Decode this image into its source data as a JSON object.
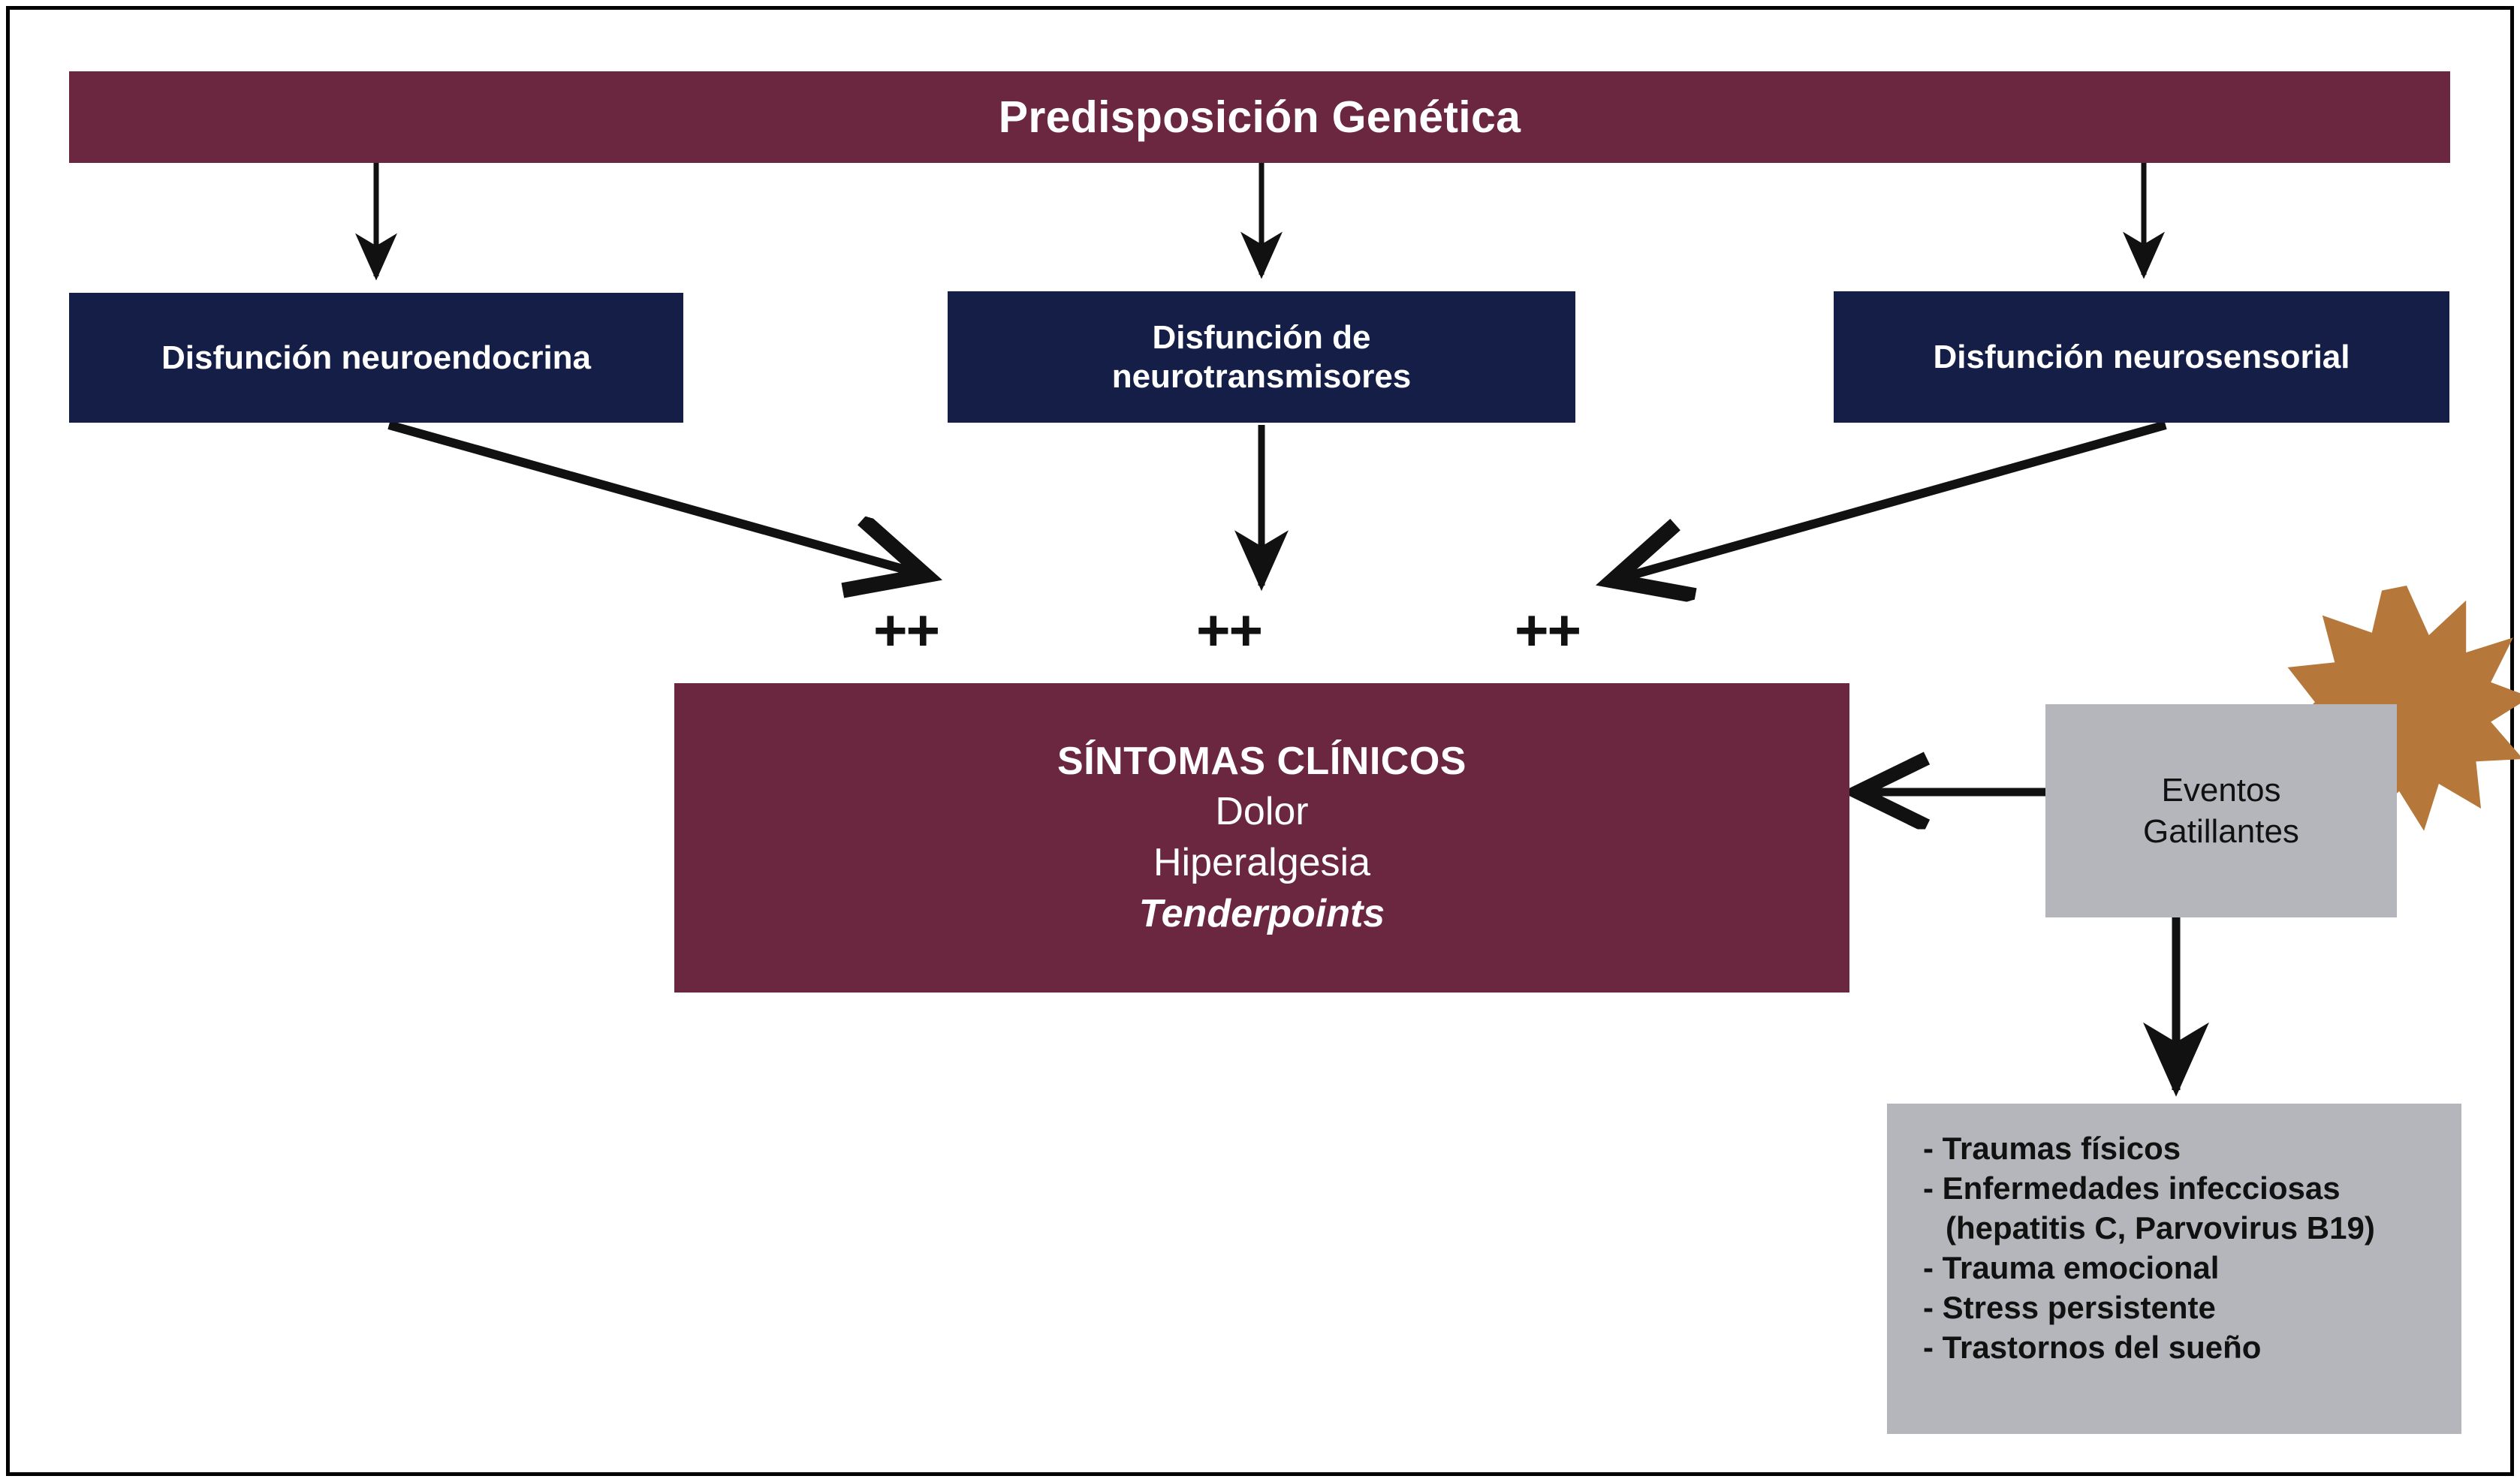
{
  "diagram": {
    "title": "Predisposición Genética",
    "colors": {
      "maroon": "#6B2740",
      "navy": "#141E46",
      "gray": "#B4B6BB",
      "orange": "#B5773A",
      "arrow": "#111111",
      "text_light": "#FFFFFF",
      "text_dark": "#111111"
    },
    "header": {
      "label": "Predisposición Genética"
    },
    "mechanisms": [
      {
        "label": "Disfunción neuroendocrina"
      },
      {
        "label_line1": "Disfunción de",
        "label_line2": "neurotransmisores"
      },
      {
        "label": "Disfunción neurosensorial"
      }
    ],
    "modifiers": [
      {
        "label": "++"
      },
      {
        "label": "++"
      },
      {
        "label": "++"
      }
    ],
    "symptoms": {
      "heading": "SÍNTOMAS CLÍNICOS",
      "items": [
        "Dolor",
        "Hiperalgesia",
        "Tenderpoints"
      ]
    },
    "triggers": {
      "label_line1": "Eventos",
      "label_line2": "Gatillantes",
      "burst_icon": "starburst-icon",
      "items": [
        "- Traumas físicos",
        "- Enfermedades infecciosas (hepatitis C, Parvovirus B19)",
        "- Trauma emocional",
        "- Stress persistente",
        "- Trastornos del sueño"
      ]
    }
  }
}
